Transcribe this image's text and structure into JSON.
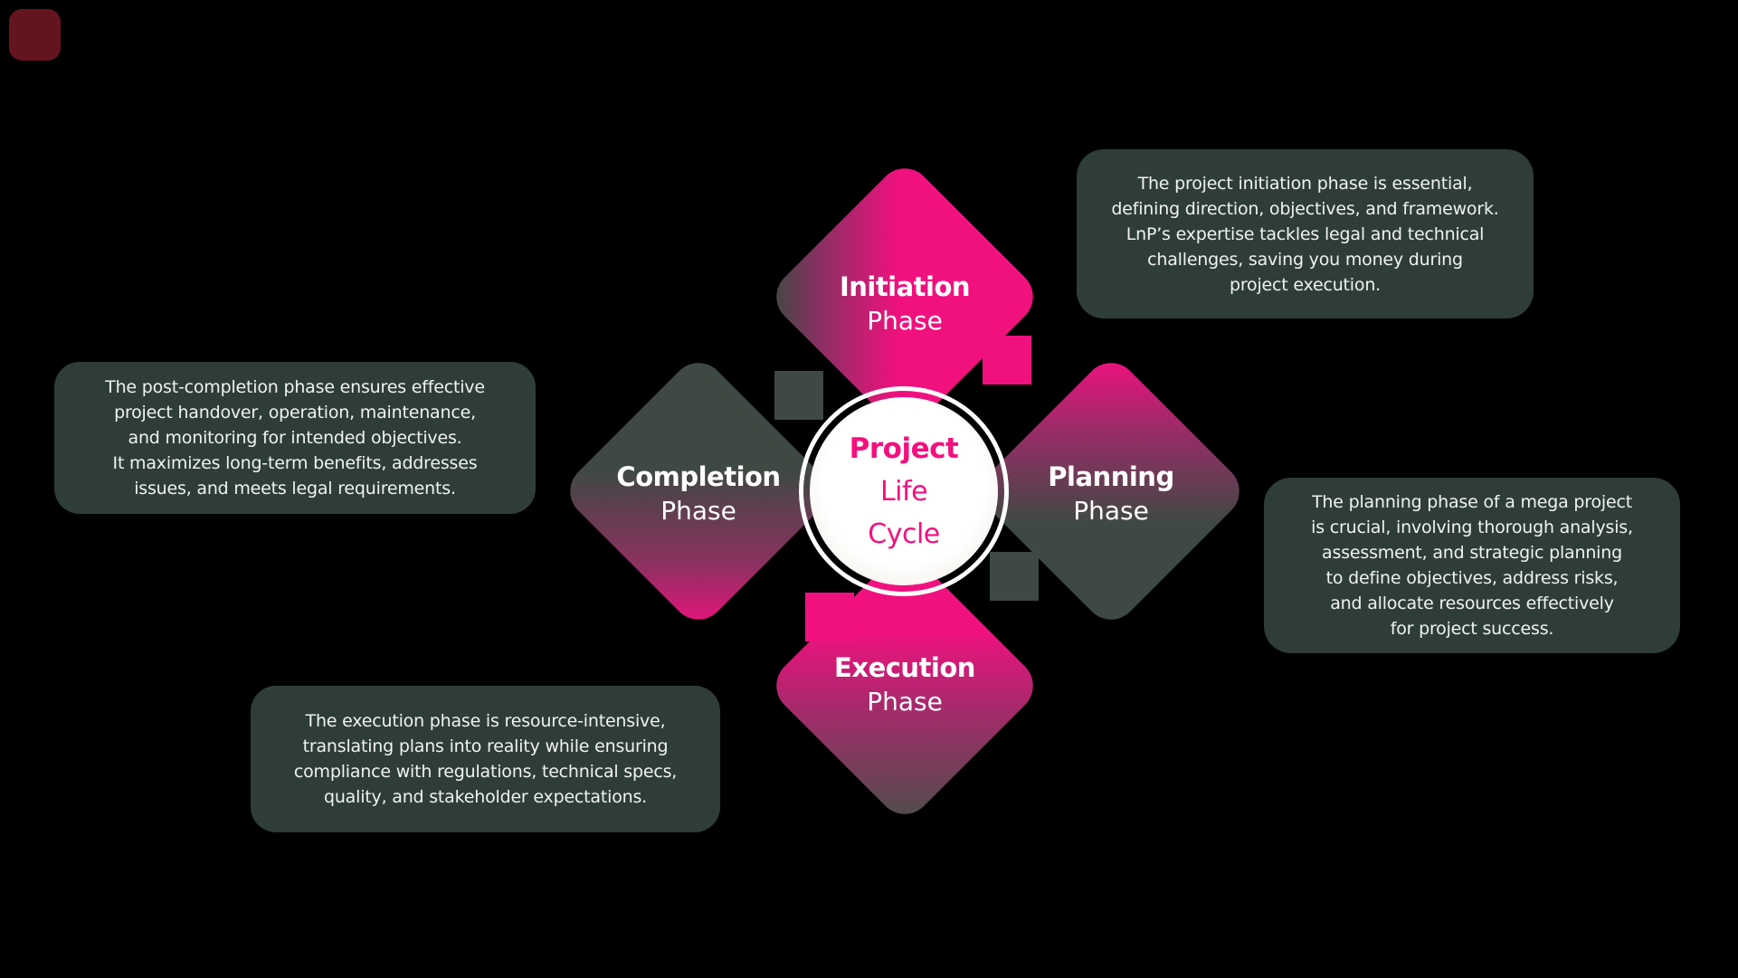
{
  "title": "Project Life Cycle",
  "colors": {
    "background": "#000000",
    "pink": "#F0117F",
    "pink-text": "#F4107E",
    "box-bg": "#2F3D38",
    "diamond-dark": "#3E4943",
    "box-text": "#EFF3F0",
    "label-text": "#FFFFFF",
    "ring": "#FFFFFF",
    "corner-accent": "#63141E"
  },
  "center": {
    "line1": "Project",
    "line2": "Life",
    "line3": "Cycle"
  },
  "phases": {
    "initiation": {
      "title": "Initiation",
      "subtitle": "Phase",
      "description_lines": [
        "The project initiation phase is essential,",
        "defining direction, objectives, and framework.",
        "LnP’s expertise tackles legal and technical",
        "challenges, saving you money during",
        "project execution."
      ]
    },
    "planning": {
      "title": "Planning",
      "subtitle": "Phase",
      "description_lines": [
        "The planning phase of a mega project",
        "is crucial, involving thorough analysis,",
        "assessment, and strategic planning",
        "to define objectives, address risks,",
        "and allocate resources effectively",
        "for project success."
      ]
    },
    "execution": {
      "title": "Execution",
      "subtitle": "Phase",
      "description_lines": [
        "The execution phase is resource-intensive,",
        "translating plans into reality while ensuring",
        "compliance with regulations, technical specs,",
        "quality, and stakeholder expectations."
      ]
    },
    "completion": {
      "title": "Completion",
      "subtitle": "Phase",
      "description_lines": [
        "The post-completion phase ensures effective",
        "project handover, operation, maintenance,",
        "and monitoring for intended objectives.",
        "It maximizes long-term benefits, addresses",
        "issues, and meets legal requirements."
      ]
    }
  }
}
